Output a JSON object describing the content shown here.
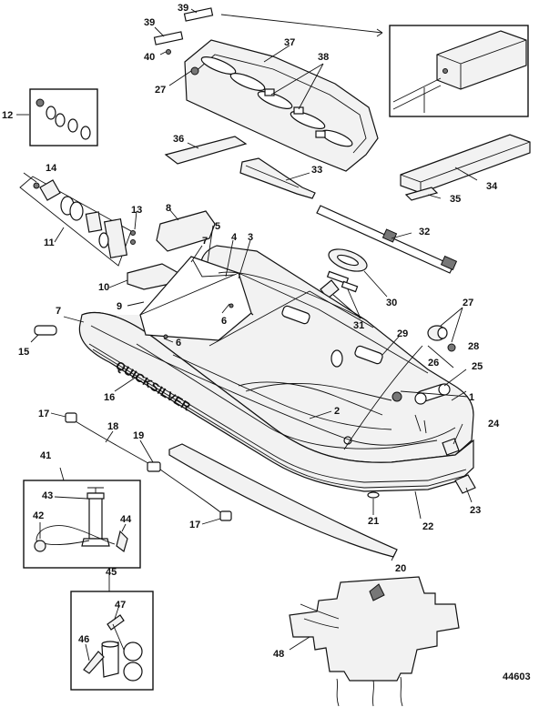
{
  "diagram": {
    "brand_text": "QUICKSILVER",
    "reference_number": "44603",
    "callouts": [
      "1",
      "2",
      "3",
      "4",
      "5",
      "6",
      "6",
      "7",
      "7",
      "8",
      "9",
      "10",
      "11",
      "12",
      "13",
      "14",
      "15",
      "16",
      "17",
      "17",
      "18",
      "19",
      "20",
      "21",
      "22",
      "23",
      "24",
      "25",
      "26",
      "27",
      "27",
      "28",
      "29",
      "30",
      "31",
      "32",
      "33",
      "34",
      "35",
      "36",
      "37",
      "38",
      "39",
      "39",
      "40",
      "41",
      "42",
      "43",
      "44",
      "45",
      "46",
      "47",
      "48"
    ]
  }
}
